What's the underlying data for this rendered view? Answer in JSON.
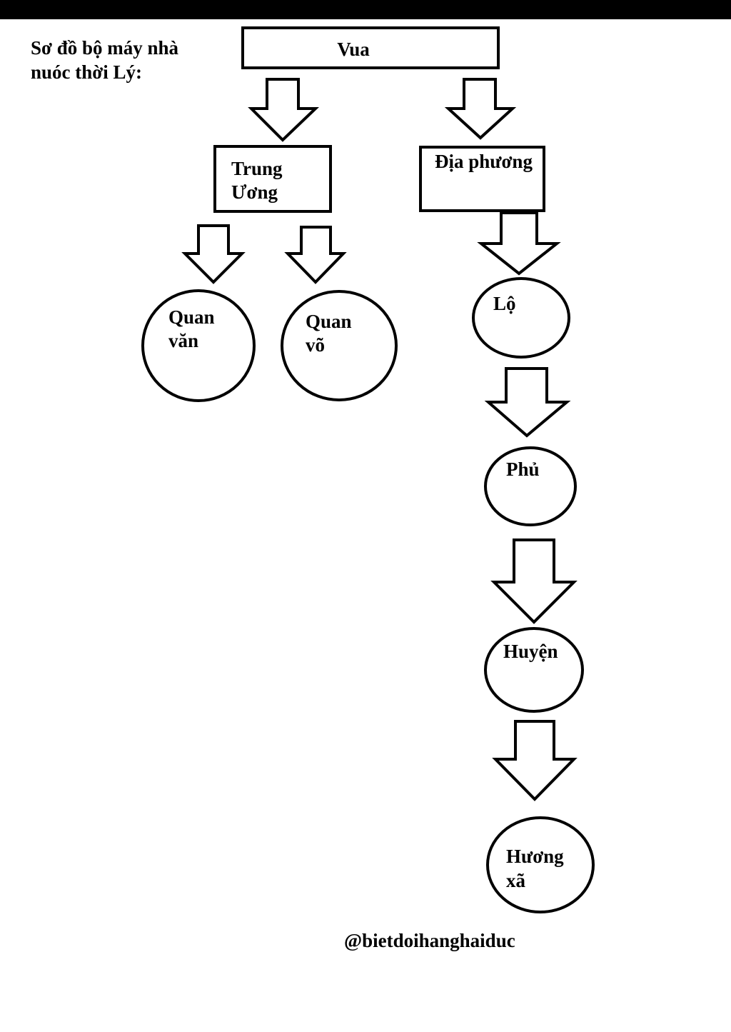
{
  "title": "Sơ đồ bộ máy nhà\nnuóc thời Lý:",
  "nodes": {
    "vua": "Vua",
    "trung_uong": [
      "Trung",
      "Ương"
    ],
    "dia_phuong": "Địa phương",
    "quan_van": [
      "Quan",
      "văn"
    ],
    "quan_vo": [
      "Quan",
      "võ"
    ],
    "lo": "Lộ",
    "phu": "Phủ",
    "huyen": "Huyện",
    "huong_xa": [
      "Hương",
      "xã"
    ]
  },
  "watermark": "@bietdoihanghaiduc"
}
